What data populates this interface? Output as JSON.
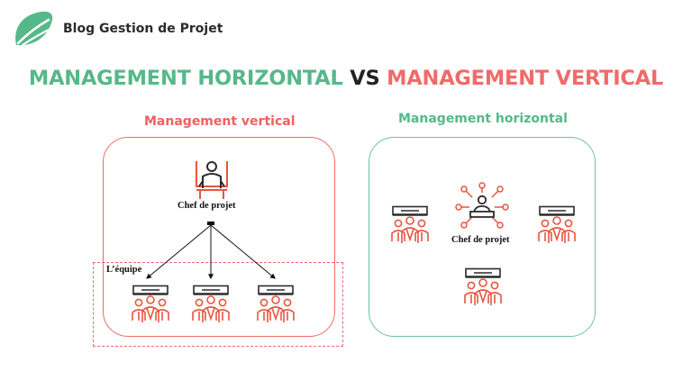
{
  "brand": {
    "name": "Blog Gestion de Projet",
    "logo_icon": "leaf-logo-icon",
    "logo_color": "#55b88a"
  },
  "title": {
    "part1": "MANAGEMENT HORIZONTAL",
    "vs": "VS",
    "part2": "MANAGEMENT VERTICAL"
  },
  "colors": {
    "green": "#55b88a",
    "red": "#f16a6a",
    "dark": "#222222"
  },
  "vertical": {
    "heading": "Management vertical",
    "manager_label": "Chef de projet",
    "manager_icon": "manager-chair-icon",
    "team_label": "L’équipe",
    "team_icon": "team-whiteboard-icon",
    "team_count": 3
  },
  "horizontal": {
    "heading": "Management horizontal",
    "manager_label": "Chef de projet",
    "manager_icon": "network-manager-icon",
    "team_icon": "team-whiteboard-icon",
    "team_count": 3
  }
}
